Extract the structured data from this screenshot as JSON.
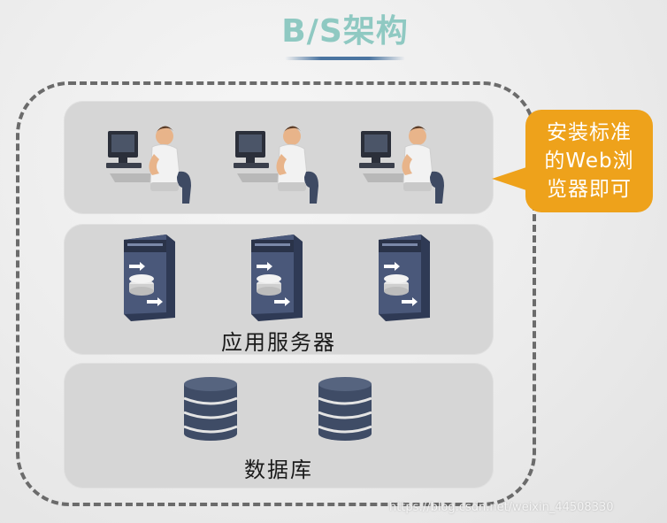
{
  "title": "B/S架构",
  "callout": {
    "lines": [
      "安装标准",
      "的Web浏",
      "览器即可"
    ]
  },
  "layers": {
    "clients": {
      "items": [
        "user-workstation",
        "user-workstation",
        "user-workstation"
      ]
    },
    "servers": {
      "label": "应用服务器",
      "items": [
        "application-server",
        "application-server",
        "application-server"
      ]
    },
    "database": {
      "label": "数据库",
      "items": [
        "database-cylinder",
        "database-cylinder"
      ]
    }
  },
  "watermark": "https://blog.csdn.net/weixin_44508330",
  "colors": {
    "title": "#8fc9c2",
    "callout": "#eea21b",
    "layer_bg": "#d6d6d6",
    "dash": "#6b6b6b",
    "server": "#3d4a66",
    "database": "#3f4c66"
  }
}
